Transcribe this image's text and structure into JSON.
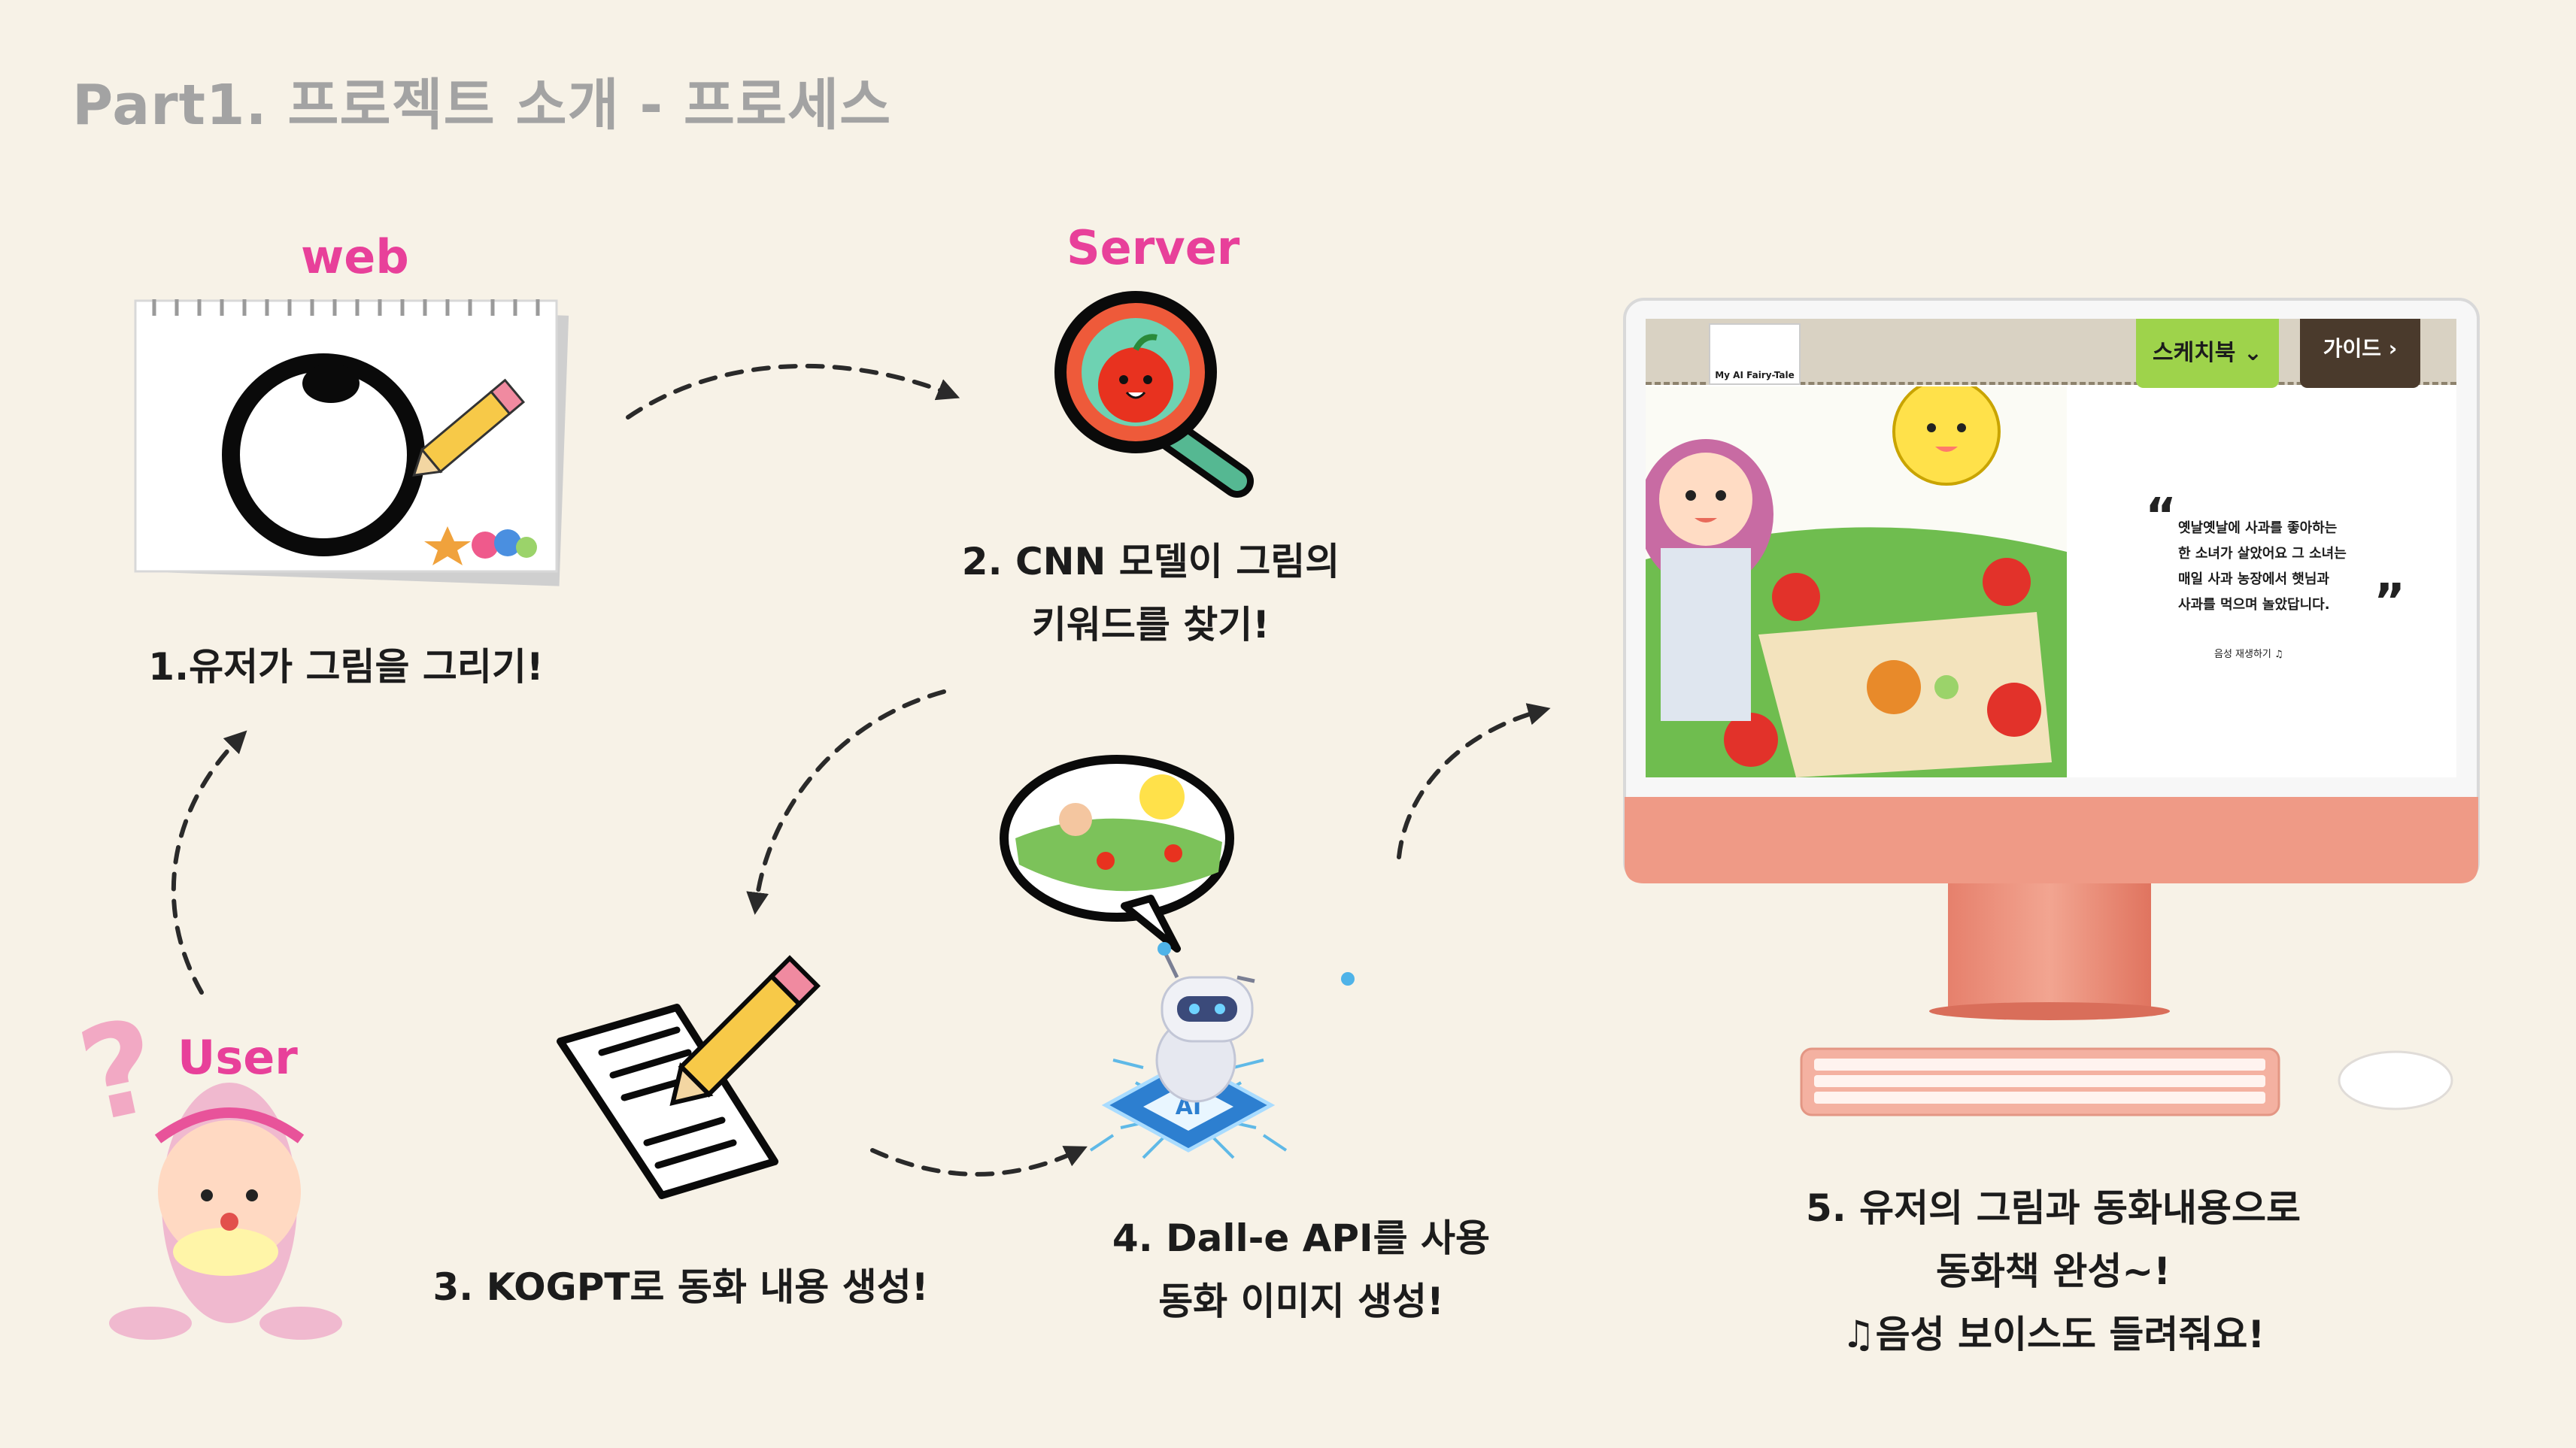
{
  "title": "Part1. 프로젝트 소개 - 프로세스",
  "labels": {
    "web": "web",
    "server": "Server",
    "user": "User"
  },
  "steps": [
    {
      "lines": [
        "1.유저가 그림을 그리기!"
      ]
    },
    {
      "lines": [
        "2. CNN 모델이 그림의",
        "키워드를 찾기!"
      ]
    },
    {
      "lines": [
        "3. KOGPT로 동화 내용 생성!"
      ]
    },
    {
      "lines": [
        "4. Dall-e API를 사용",
        "동화 이미지 생성!"
      ]
    },
    {
      "lines": [
        "5. 유저의 그림과 동화내용으로",
        "동화책 완성~!",
        "♫음성 보이스도 들려줘요!"
      ]
    }
  ],
  "app_screen": {
    "logo_text": "My AI Fairy-Tale",
    "tab_sketchbook": "스케치북",
    "tab_guide": "가이드",
    "story_lines": [
      "옛날옛날에 사과를 좋아하는",
      "한 소녀가 살았어요 그 소녀는",
      "매일 사과 농장에서 햇님과",
      "사과를 먹으며 놀았답니다."
    ],
    "voice_button": "음성 재생하기 ♫"
  },
  "colors": {
    "background": "#f7f2e7",
    "accent_pink": "#e8409a",
    "title_gray": "#a3a3a3",
    "monitor_coral": "#ef9a86"
  }
}
